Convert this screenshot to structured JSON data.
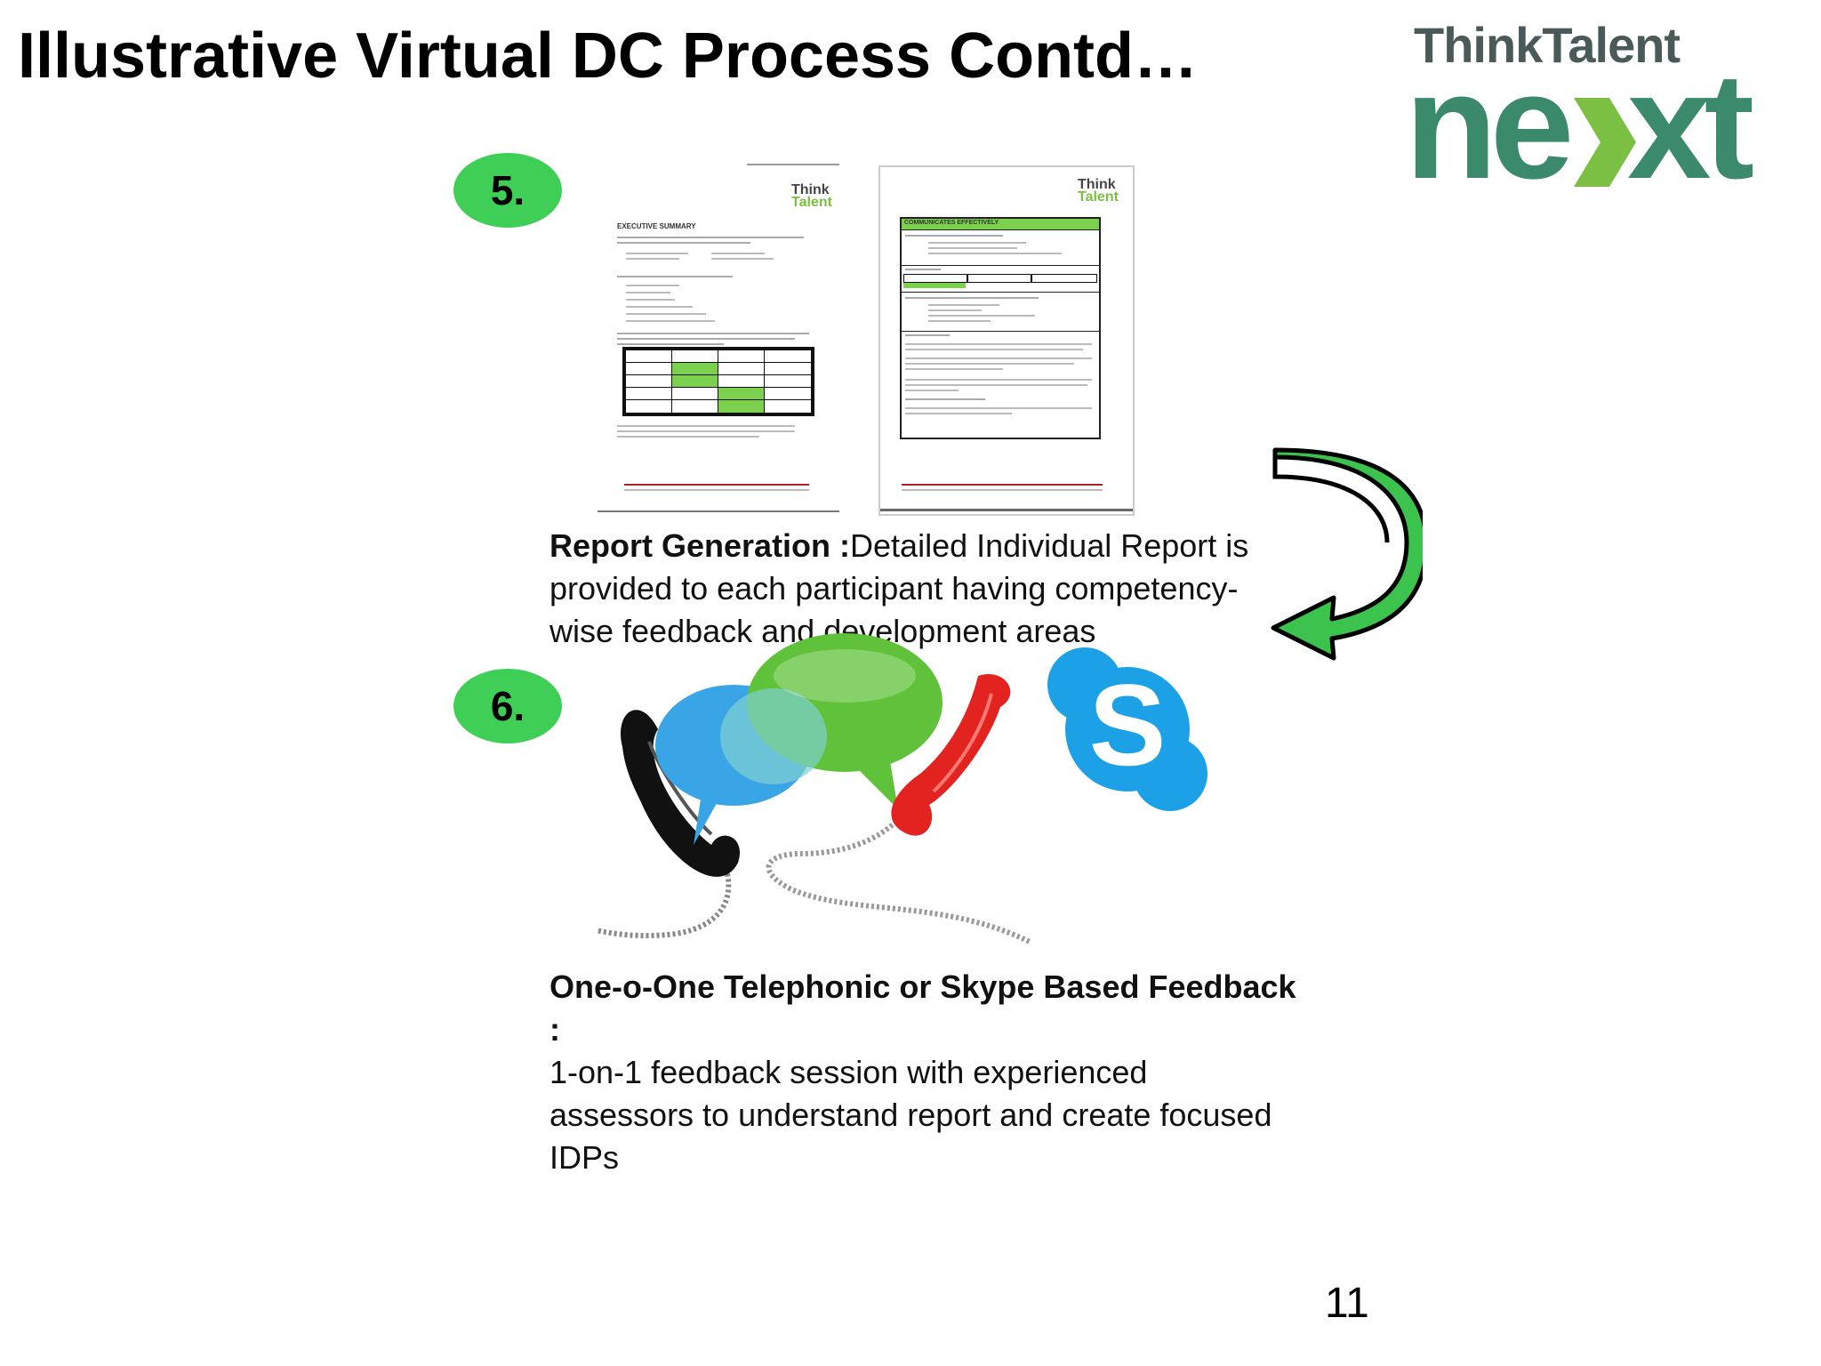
{
  "title": "Illustrative  Virtual DC Process Contd…",
  "logo": {
    "top_text": "ThinkTalent",
    "main_text": "next",
    "colors": {
      "top": "#4a5a58",
      "main": "#3b8a6c",
      "chevron": "#7bc043"
    }
  },
  "steps": [
    {
      "number": "5.",
      "heading": "Report Generation :",
      "body": "Detailed Individual Report is provided to each participant having competency-wise feedback and development areas"
    },
    {
      "number": "6.",
      "heading": "One-o-One Telephonic or Skype Based Feedback :",
      "body": "1-on-1 feedback session with experienced assessors  to understand report and create focused IDPs"
    }
  ],
  "report_pages": {
    "page1": {
      "logo_a": "Think",
      "logo_b": "Talent",
      "heading": "EXECUTIVE SUMMARY"
    },
    "page2": {
      "logo_a": "Think",
      "logo_b": "Talent",
      "heading": "COMMUNICATES EFFECTIVELY"
    }
  },
  "icons": [
    "curved-arrow-icon",
    "black-phone-icon",
    "red-phone-icon",
    "speech-bubbles-icon",
    "skype-icon"
  ],
  "accent_color": "#3fcf57",
  "page_number": "11"
}
